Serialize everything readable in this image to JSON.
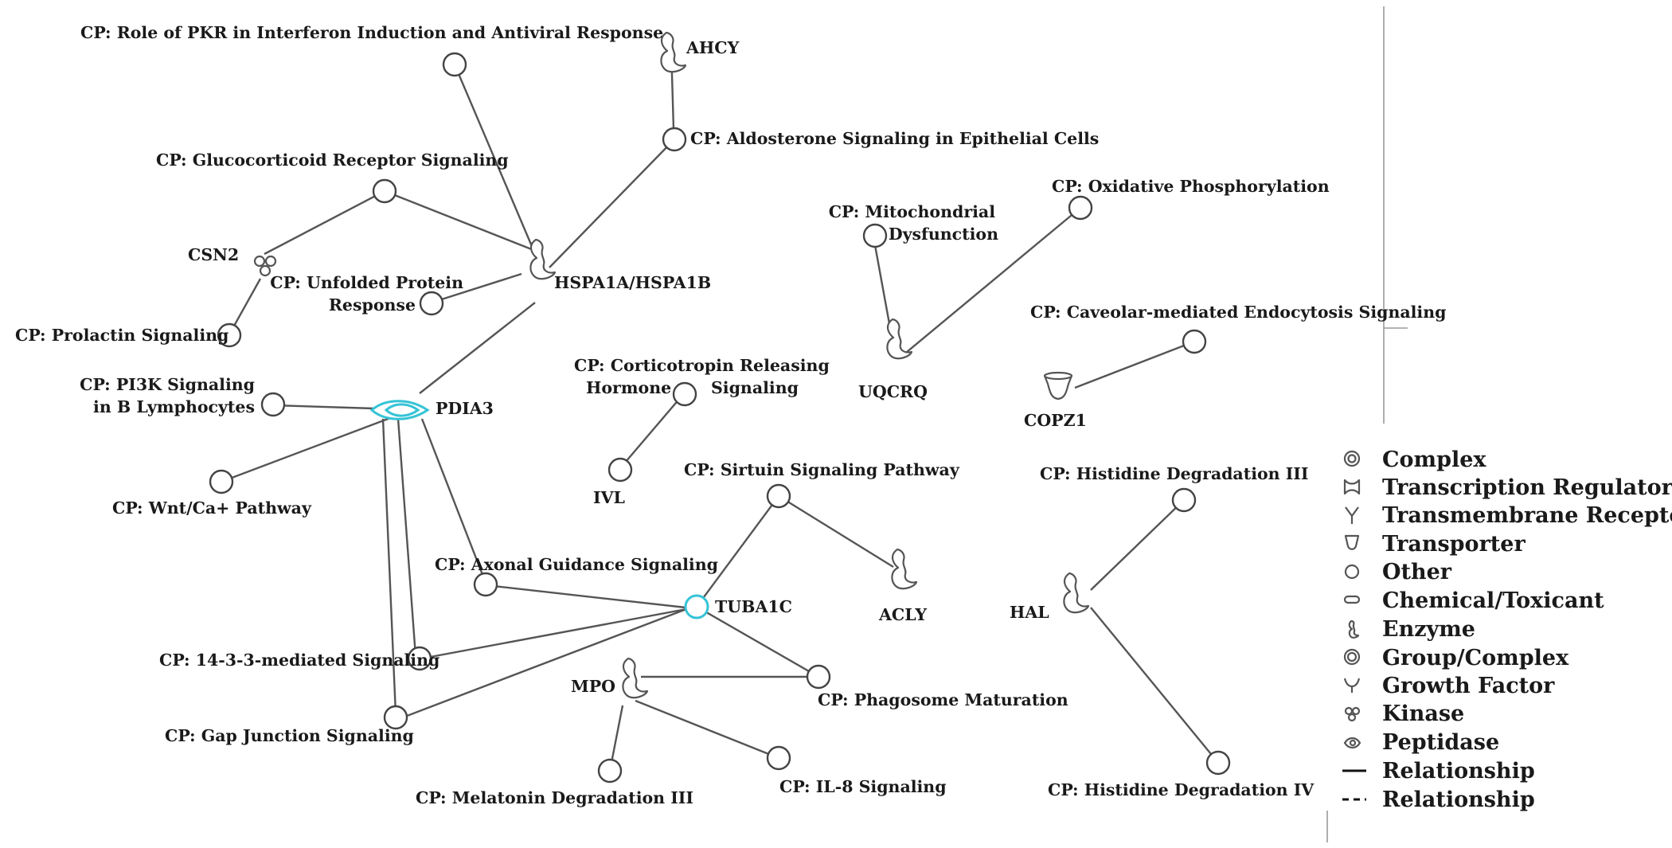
{
  "nodes": {
    "pkr": [
      "CP: Role of PKR in Interferon Induction and Antiviral Response"
    ],
    "ahcy": [
      "AHCY"
    ],
    "aldosterone": [
      "CP: Aldosterone Signaling in Epithelial Cells"
    ],
    "glucocorticoid": [
      "CP: Glucocorticoid Receptor Signaling"
    ],
    "csn2": [
      "CSN2"
    ],
    "unfolded": [
      "CP: Unfolded Protein",
      "Response"
    ],
    "hspa1": [
      "HSPA1A/HSPA1B"
    ],
    "prolactin": [
      "CP: Prolactin Signaling"
    ],
    "pi3k": [
      "CP: PI3K Signaling",
      "in B Lymphocytes"
    ],
    "pdia3": [
      "PDIA3"
    ],
    "wnt": [
      "CP: Wnt/Ca+ Pathway"
    ],
    "crh": [
      "CP: Corticotropin Releasing",
      "Hormone",
      "Signaling"
    ],
    "ivl": [
      "IVL"
    ],
    "mito": [
      "CP: Mitochondrial",
      "Dysfunction"
    ],
    "oxphos": [
      "CP: Oxidative Phosphorylation"
    ],
    "uqcrq": [
      "UQCRQ"
    ],
    "caveolar": [
      "CP: Caveolar-mediated Endocytosis Signaling"
    ],
    "copz1": [
      "COPZ1"
    ],
    "sirtuin": [
      "CP: Sirtuin Signaling Pathway"
    ],
    "axonal": [
      "CP: Axonal Guidance Signaling"
    ],
    "tuba1c": [
      "TUBA1C"
    ],
    "acly": [
      "ACLY"
    ],
    "his3": [
      "CP: Histidine Degradation III"
    ],
    "hal": [
      "HAL"
    ],
    "s1433": [
      "CP: 14-3-3-mediated Signaling"
    ],
    "mpo": [
      "MPO"
    ],
    "phagosome": [
      "CP: Phagosome Maturation"
    ],
    "gapjunction": [
      "CP: Gap Junction Signaling"
    ],
    "melatonin": [
      "CP: Melatonin Degradation III"
    ],
    "il8": [
      "CP: IL-8 Signaling"
    ],
    "his4": [
      "CP: Histidine Degradation IV"
    ]
  },
  "legend": [
    {
      "icon": "complex-icon",
      "label": "Complex"
    },
    {
      "icon": "transcription-regulator-icon",
      "label": "Transcription Regulator"
    },
    {
      "icon": "transmembrane-receptor-icon",
      "label": "Transmembrane Receptor"
    },
    {
      "icon": "transporter-icon",
      "label": "Transporter"
    },
    {
      "icon": "other-icon",
      "label": "Other"
    },
    {
      "icon": "chemical-toxicant-icon",
      "label": "Chemical/Toxicant"
    },
    {
      "icon": "enzyme-icon",
      "label": "Enzyme"
    },
    {
      "icon": "group-complex-icon",
      "label": "Group/Complex"
    },
    {
      "icon": "growth-factor-icon",
      "label": "Growth Factor"
    },
    {
      "icon": "kinase-icon",
      "label": "Kinase"
    },
    {
      "icon": "peptidase-icon",
      "label": "Peptidase"
    },
    {
      "icon": "solid-line-icon",
      "label": "Relationship"
    },
    {
      "icon": "dashed-line-icon",
      "label": "Relationship"
    }
  ],
  "colors": {
    "highlight": "#35c3d6",
    "edge": "#555555",
    "text": "#1a1a1a"
  }
}
